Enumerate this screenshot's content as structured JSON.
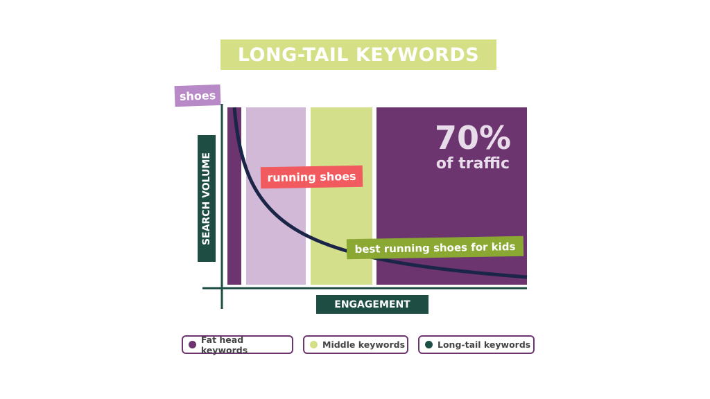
{
  "title": "LONG-TAIL KEYWORDS",
  "labels": {
    "shoes": "shoes",
    "running_shoes": "running shoes",
    "best": "best running shoes for kids",
    "percent": "70%",
    "of_traffic": "of traffic"
  },
  "axes": {
    "y": "SEARCH VOLUME",
    "x": "ENGAGEMENT"
  },
  "legend": [
    {
      "label": "Fat head keywords",
      "color": "#6d3570"
    },
    {
      "label": "Middle keywords",
      "color": "#d4df86"
    },
    {
      "label": "Long-tail keywords",
      "color": "#1e4d44"
    }
  ],
  "colors": {
    "fat_head": "#6d3570",
    "lilac": "#d2b9d8",
    "middle": "#d3df8a",
    "long_tail": "#6d3570",
    "curve": "#1b2547"
  }
}
